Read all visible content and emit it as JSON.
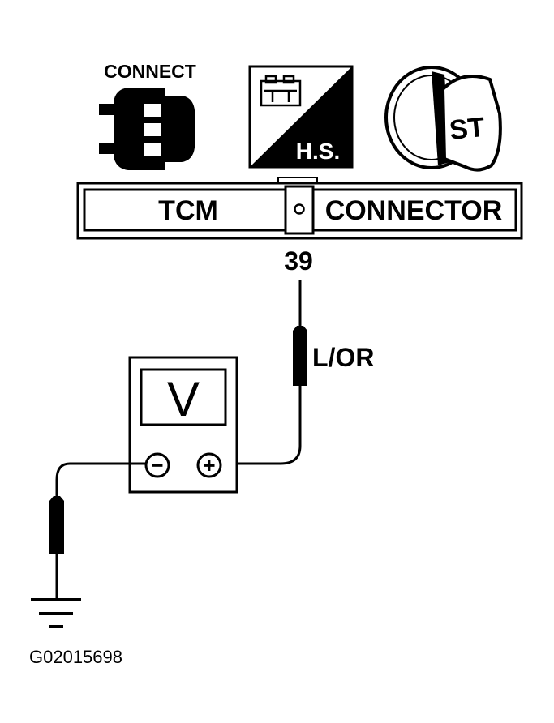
{
  "icons": {
    "connect": {
      "label": "CONNECT",
      "icon": "connector-plug-icon"
    },
    "harness": {
      "label": "H.S.",
      "icon": "harness-side-icon"
    },
    "ignition": {
      "label": "ST",
      "icon": "ignition-key-start-icon"
    }
  },
  "connector": {
    "left_label": "TCM",
    "right_label": "CONNECTOR"
  },
  "terminal": {
    "number": "39"
  },
  "wire": {
    "color_code": "L/OR"
  },
  "voltmeter": {
    "display": "V",
    "negative": "−",
    "positive": "+"
  },
  "ground": {
    "icon": "ground-symbol-icon"
  },
  "figure_id": "G02015698"
}
